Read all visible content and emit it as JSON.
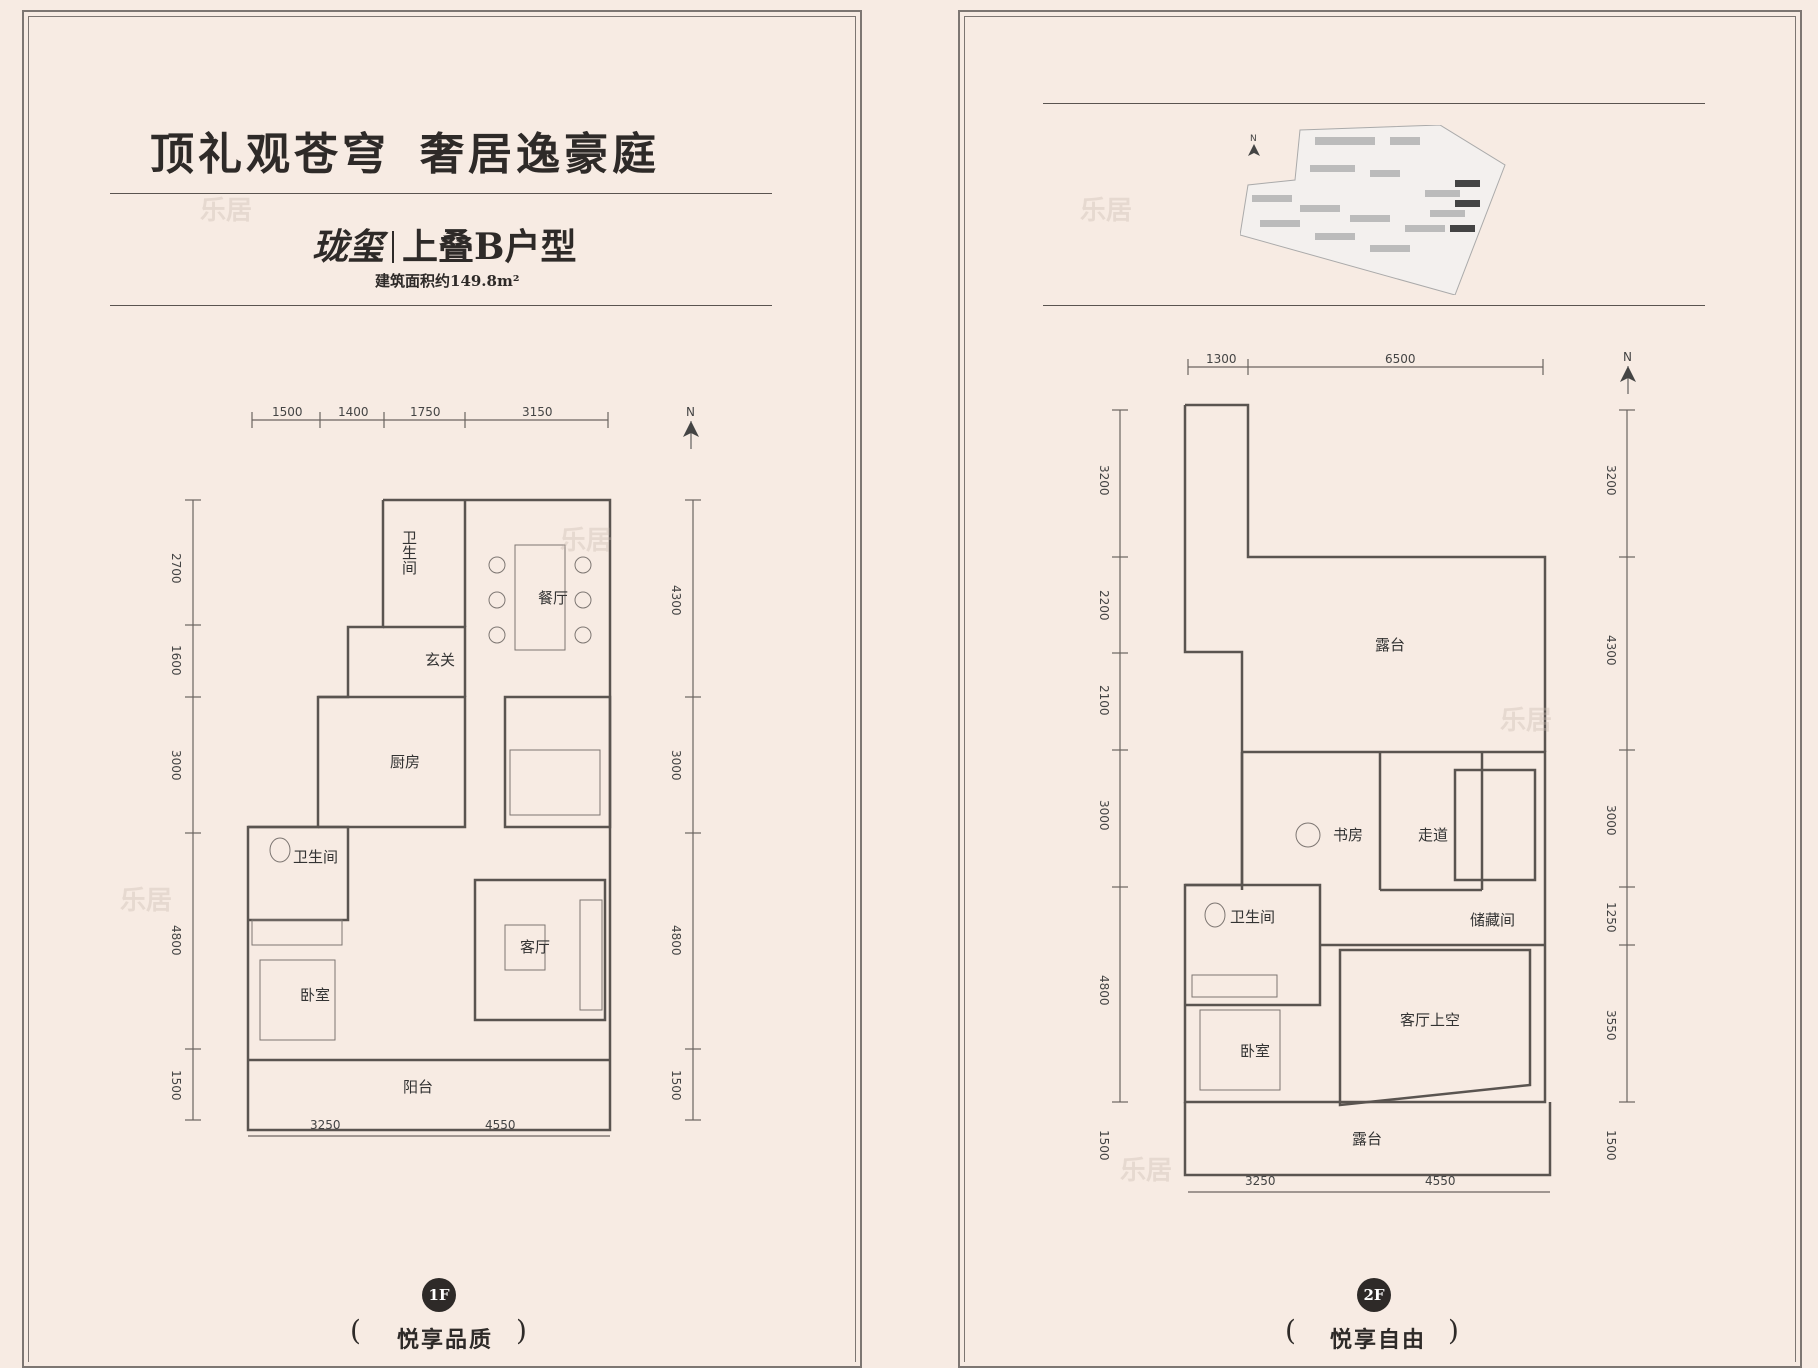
{
  "headline": {
    "part1": "顶礼观苍穹",
    "part2": "奢居逸豪庭"
  },
  "subtitle": {
    "brand": "珑玺",
    "type": "上叠B户型"
  },
  "area": "建筑面积约149.8m²",
  "floor1": {
    "badge": "1F",
    "motto": "悦享品质",
    "compass_label": "N",
    "dims_top": [
      "1500",
      "1400",
      "1750",
      "3150"
    ],
    "dims_bottom": [
      "3250",
      "4550"
    ],
    "dims_left": [
      "2700",
      "1600",
      "3000",
      "4800",
      "1500"
    ],
    "dims_right": [
      "4300",
      "3000",
      "4800",
      "1500"
    ],
    "rooms": {
      "bath_top": "卫生间",
      "dining": "餐厅",
      "foyer": "玄关",
      "kitchen": "厨房",
      "bath": "卫生间",
      "living": "客厅",
      "bedroom": "卧室",
      "balcony": "阳台"
    }
  },
  "floor2": {
    "badge": "2F",
    "motto": "悦享自由",
    "compass_label": "N",
    "dims_top": [
      "1300",
      "6500"
    ],
    "dims_bottom": [
      "3250",
      "4550"
    ],
    "dims_left": [
      "3200",
      "2200",
      "2100",
      "3000",
      "4800",
      "1500"
    ],
    "dims_right": [
      "3200",
      "4300",
      "3000",
      "1250",
      "3550",
      "1500"
    ],
    "rooms": {
      "terrace_top": "露台",
      "study": "书房",
      "corridor": "走道",
      "bath": "卫生间",
      "storage": "储藏间",
      "void": "客厅上空",
      "bedroom": "卧室",
      "terrace_bottom": "露台"
    }
  },
  "sitemap": {
    "compass_label": "N"
  },
  "watermark": "乐居"
}
